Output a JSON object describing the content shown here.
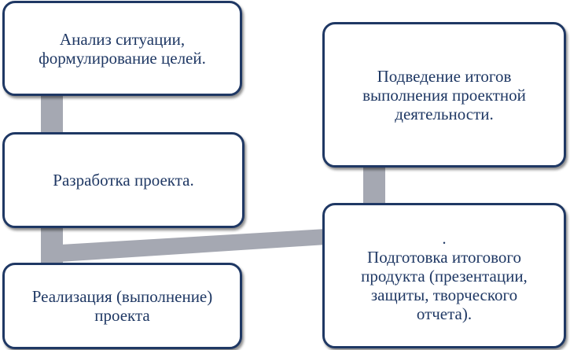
{
  "diagram": {
    "colors": {
      "border": "#1f3864",
      "text": "#1f3864",
      "connector": "#a5a8b2",
      "background": "#ffffff"
    },
    "nodes": {
      "analysis": {
        "text": "Анализ  ситуации,\nформулирование целей."
      },
      "develop": {
        "text": "Разработка проекта."
      },
      "implement": {
        "text": "Реализация  (выполнение)\nпроекта"
      },
      "summary": {
        "text": "Подведение итогов\nвыполнения проектной\nдеятельности."
      },
      "product": {
        "text": ".\nПодготовка итогового\nпродукта (презентации,\nзащиты,  творческого\nотчета)."
      }
    }
  }
}
